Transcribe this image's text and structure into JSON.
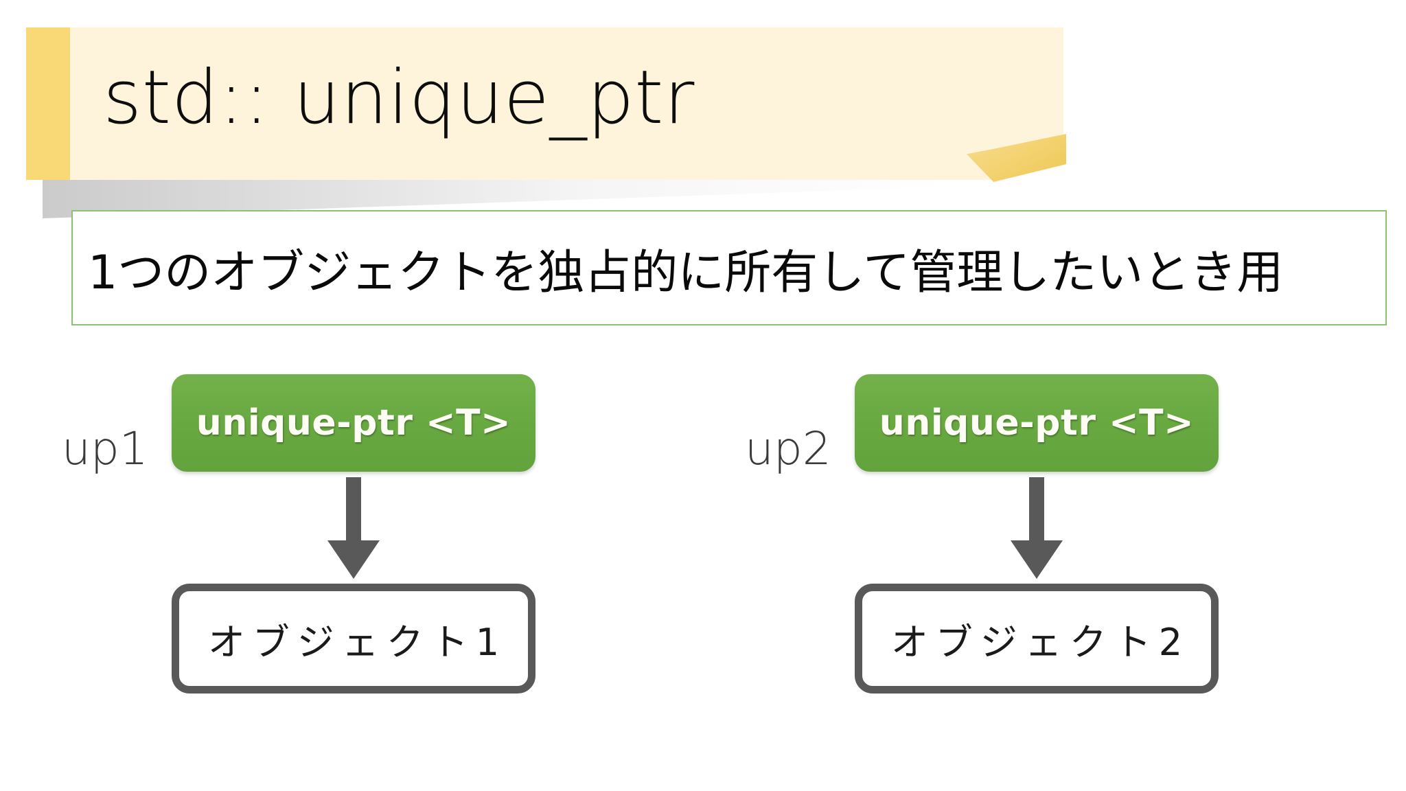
{
  "slide": {
    "background_color": "#ffffff",
    "title": "std:: unique_ptr",
    "title_banner": {
      "body_color": "#fdf4db",
      "accent_color": "#f8d976",
      "fold_color": "#efcf63"
    },
    "description": {
      "text": "1つのオブジェクトを独占的に所有して管理したいとき用",
      "border_color": "#8cc172"
    },
    "diagram": {
      "arrow_color": "#595959",
      "pointer_box_color": "#67a840",
      "pointer_box_text_color": "#fdfdf6",
      "object_box_border_color": "#595959",
      "groups": [
        {
          "variable_label": "up1",
          "pointer_box_label": "unique-ptr <T>",
          "object_box_label": "オブジェクト1"
        },
        {
          "variable_label": "up2",
          "pointer_box_label": "unique-ptr <T>",
          "object_box_label": "オブジェクト2"
        }
      ]
    }
  }
}
